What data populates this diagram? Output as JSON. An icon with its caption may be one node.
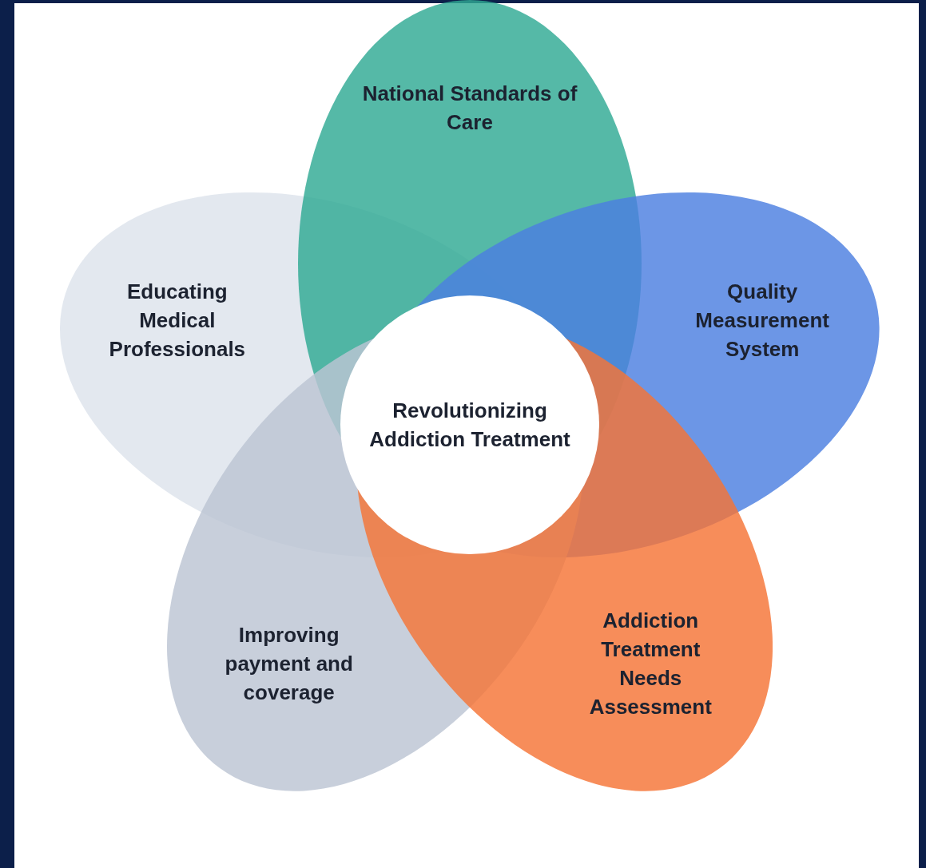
{
  "diagram": {
    "nodes": [
      {
        "text": [
          "National Standards of Care"
        ]
      },
      {
        "text": [
          "Educating Medical Professionals"
        ]
      },
      {
        "text": [
          "Quality Measurement System"
        ]
      },
      {
        "text": [
          "Revolutionizing Addiction Treatment"
        ]
      },
      {
        "text": [
          "Improving payment and coverage"
        ]
      },
      {
        "text": [
          "Addiction Treatment Needs Assessment"
        ]
      }
    ]
  }
}
